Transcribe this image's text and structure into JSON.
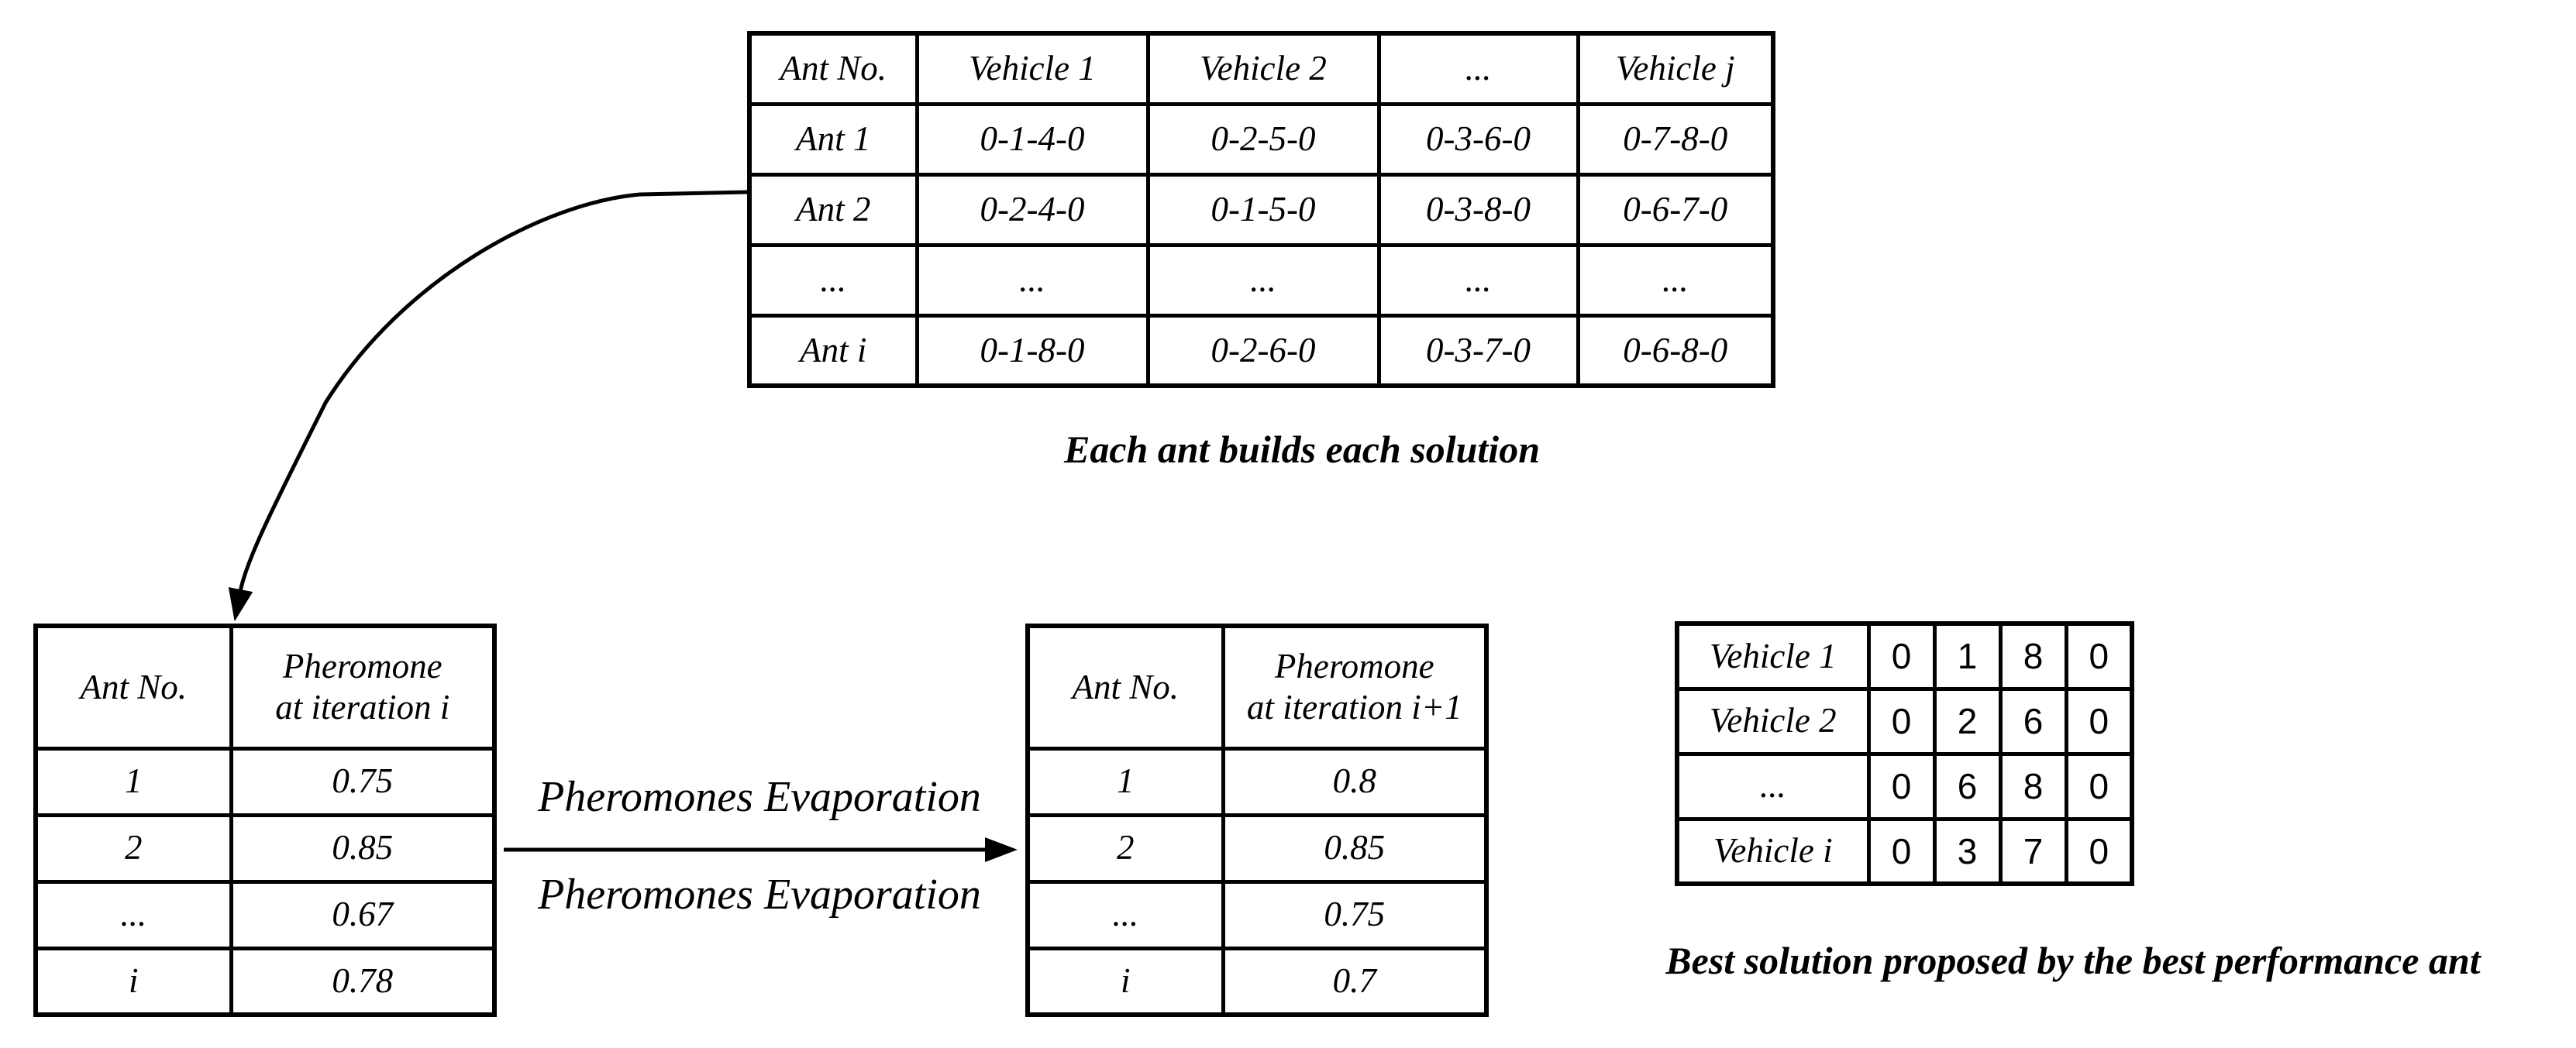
{
  "colors": {
    "ink": "#000000",
    "paper": "#ffffff"
  },
  "solutions_table": {
    "headers": [
      "Ant No.",
      "Vehicle 1",
      "Vehicle 2",
      "...",
      "Vehicle j"
    ],
    "rows": [
      [
        "Ant 1",
        "0-1-4-0",
        "0-2-5-0",
        "0-3-6-0",
        "0-7-8-0"
      ],
      [
        "Ant 2",
        "0-2-4-0",
        "0-1-5-0",
        "0-3-8-0",
        "0-6-7-0"
      ],
      [
        "...",
        "...",
        "...",
        "...",
        "..."
      ],
      [
        "Ant i",
        "0-1-8-0",
        "0-2-6-0",
        "0-3-7-0",
        "0-6-8-0"
      ]
    ],
    "caption": "Each ant builds each solution"
  },
  "pheromone_iteration_i_table": {
    "headers": [
      "Ant No.",
      "Pheromone\nat iteration i"
    ],
    "rows": [
      [
        "1",
        "0.75"
      ],
      [
        "2",
        "0.85"
      ],
      [
        "...",
        "0.67"
      ],
      [
        "i",
        "0.78"
      ]
    ]
  },
  "evaporation": {
    "label_top": "Pheromones Evaporation",
    "label_bottom": "Pheromones Evaporation"
  },
  "pheromone_iteration_i1_table": {
    "headers": [
      "Ant No.",
      "Pheromone\nat iteration i+1"
    ],
    "rows": [
      [
        "1",
        "0.8"
      ],
      [
        "2",
        "0.85"
      ],
      [
        "...",
        "0.75"
      ],
      [
        "i",
        "0.7"
      ]
    ]
  },
  "best_solution_table": {
    "rows": [
      [
        "Vehicle 1",
        "0",
        "1",
        "8",
        "0"
      ],
      [
        "Vehicle 2",
        "0",
        "2",
        "6",
        "0"
      ],
      [
        "...",
        "0",
        "6",
        "8",
        "0"
      ],
      [
        "Vehicle i",
        "0",
        "3",
        "7",
        "0"
      ]
    ],
    "caption": "Best solution proposed by the best performance ant"
  }
}
